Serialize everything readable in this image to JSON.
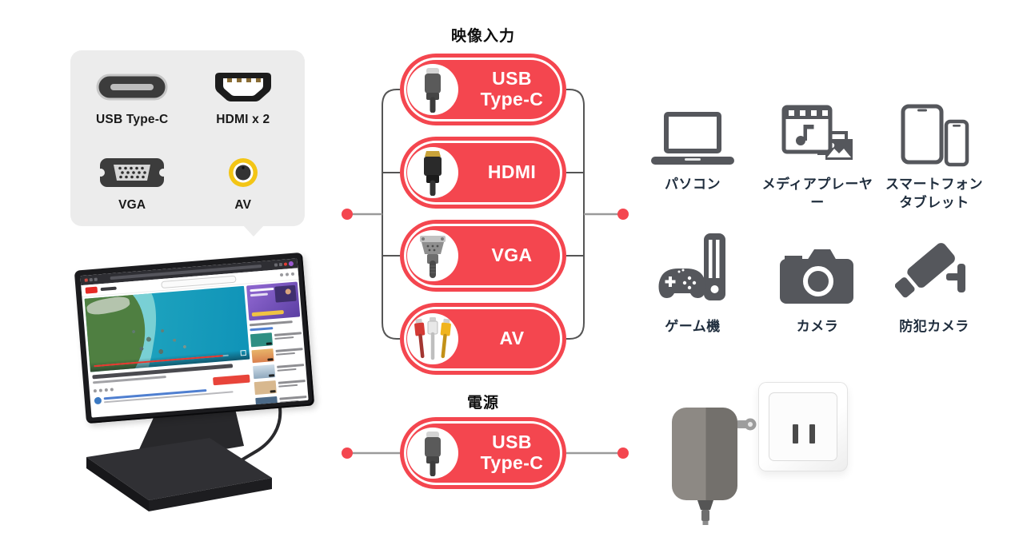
{
  "colors": {
    "accent_red": "#F4464F",
    "device_icon_gray": "#55575C",
    "device_label_navy": "#1F2D3D",
    "panel_gray": "#ECECEC",
    "av_port_yellow": "#F3C515"
  },
  "ports_panel": {
    "ports": [
      {
        "name": "usb-type-c",
        "label": "USB Type-C"
      },
      {
        "name": "hdmi",
        "label": "HDMI x 2"
      },
      {
        "name": "vga",
        "label": "VGA"
      },
      {
        "name": "av",
        "label": "AV"
      }
    ]
  },
  "video_input": {
    "title": "映像入力",
    "pills": [
      {
        "name": "usb-type-c",
        "lines": [
          "USB",
          "Type-C"
        ]
      },
      {
        "name": "hdmi",
        "lines": [
          "HDMI"
        ]
      },
      {
        "name": "vga",
        "lines": [
          "VGA"
        ]
      },
      {
        "name": "av",
        "lines": [
          "AV"
        ]
      }
    ]
  },
  "power": {
    "title": "電源",
    "pill": {
      "name": "usb-type-c",
      "lines": [
        "USB",
        "Type-C"
      ]
    }
  },
  "devices": [
    {
      "name": "pc",
      "label_lines": [
        "パソコン"
      ]
    },
    {
      "name": "media-player",
      "label_lines": [
        "メディアプレーヤー"
      ]
    },
    {
      "name": "smartphone-tablet",
      "label_lines": [
        "スマートフォン",
        "タブレット"
      ]
    },
    {
      "name": "game-console",
      "label_lines": [
        "ゲーム機"
      ]
    },
    {
      "name": "camera",
      "label_lines": [
        "カメラ"
      ]
    },
    {
      "name": "security-camera",
      "label_lines": [
        "防犯カメラ"
      ]
    }
  ]
}
